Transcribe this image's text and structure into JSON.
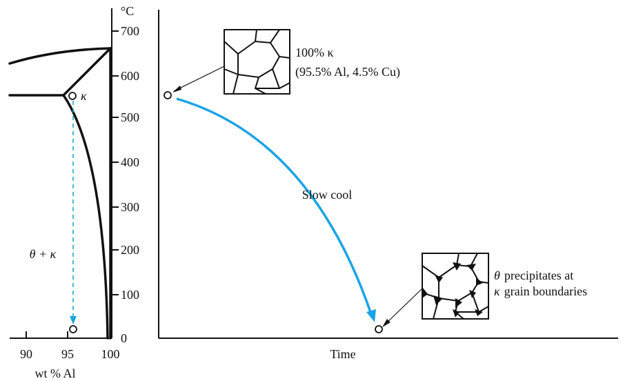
{
  "phase_diagram": {
    "unit": "°C",
    "y_ticks": [
      "0",
      "100",
      "200",
      "300",
      "400",
      "500",
      "600",
      "700"
    ],
    "x_ticks": [
      "90",
      "95",
      "100"
    ],
    "x_label": "wt % Al",
    "kappa_label": "κ",
    "two_phase_label": "θ + κ"
  },
  "time_diagram": {
    "x_label": "Time",
    "cool_label": "Slow cool",
    "initial_title": "100% κ",
    "initial_composition": "(95.5% Al, 4.5% Cu)",
    "final_line1_symbol": "θ",
    "final_line1_text": "precipitates at",
    "final_line2_symbol": "κ",
    "final_line2_text": "grain boundaries"
  },
  "colors": {
    "curve": "#1aa3e6",
    "ink": "#111111"
  }
}
